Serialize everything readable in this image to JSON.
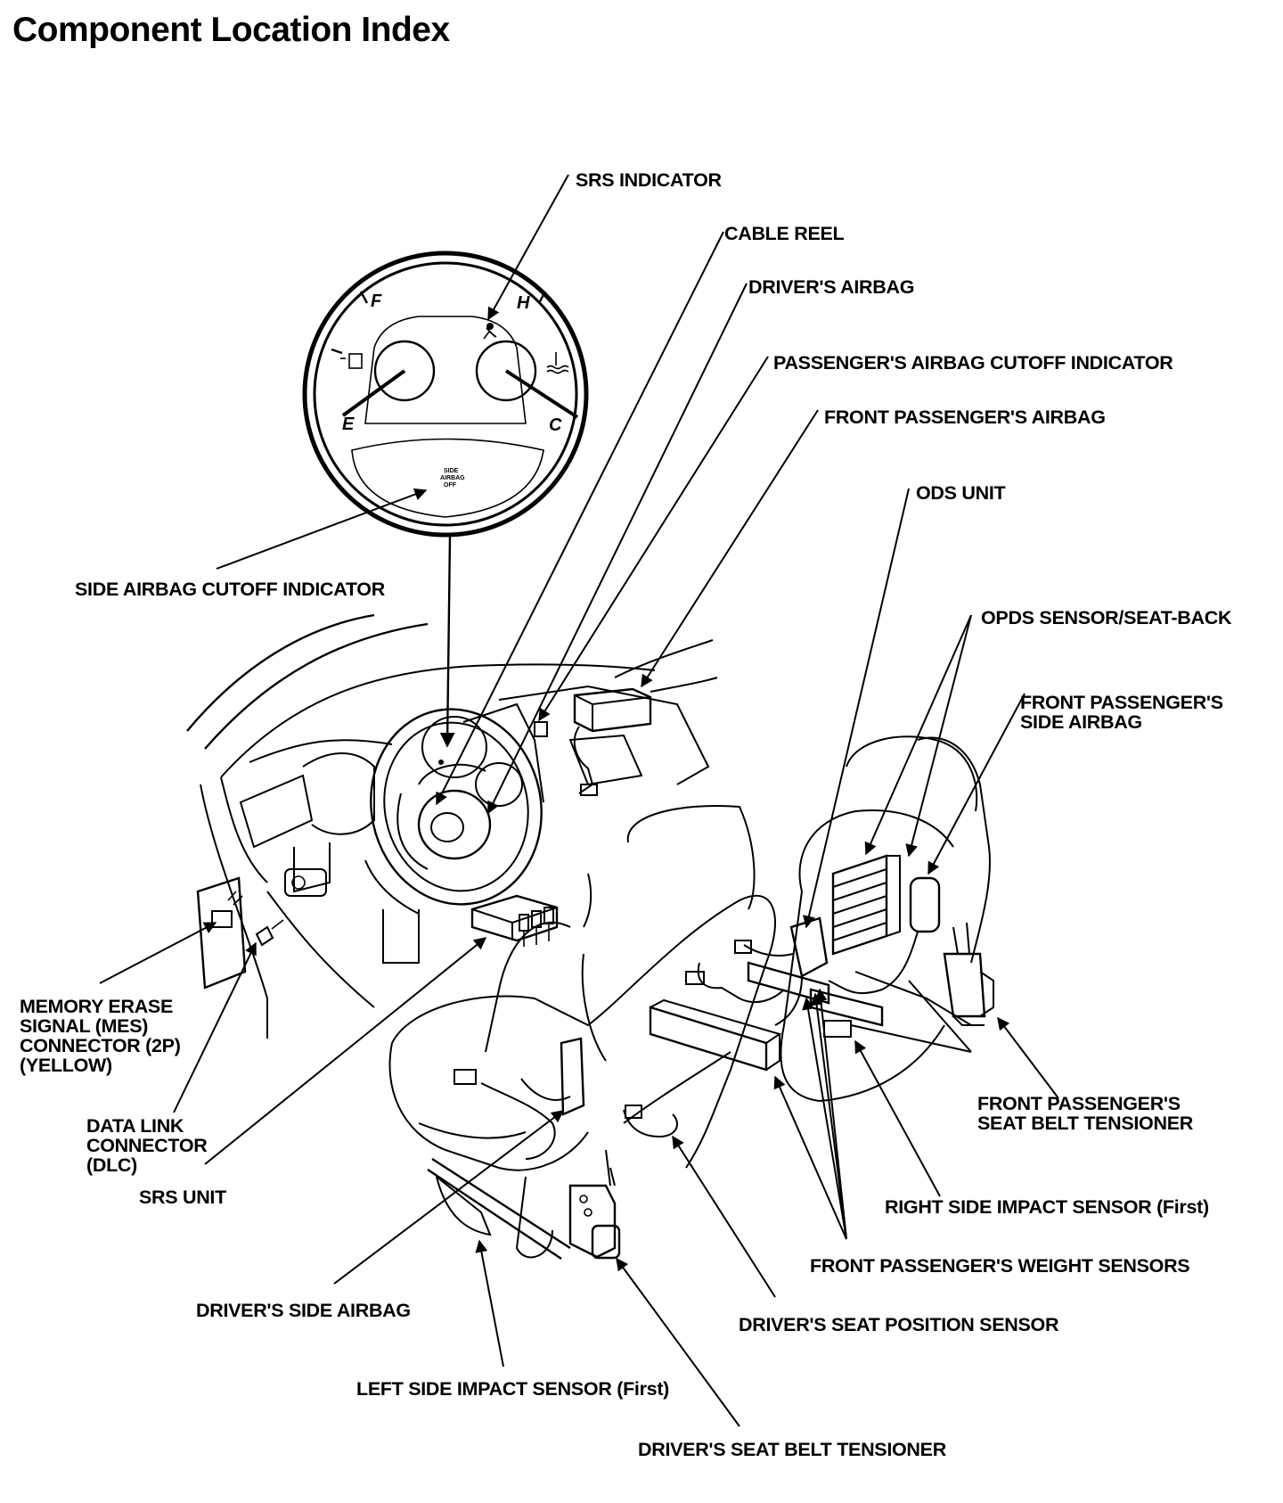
{
  "title": "Component Location Index",
  "gauge": {
    "fuel_full": "F",
    "fuel_empty": "E",
    "temp_hot": "H",
    "temp_cold": "C",
    "side_airbag_off_1": "SIDE",
    "side_airbag_off_2": "AIRBAG",
    "side_airbag_off_3": "OFF"
  },
  "labels": {
    "srs_indicator": "SRS INDICATOR",
    "cable_reel": "CABLE REEL",
    "drivers_airbag": "DRIVER'S AIRBAG",
    "passenger_airbag_cutoff_indicator": "PASSENGER'S AIRBAG CUTOFF INDICATOR",
    "front_passenger_airbag": "FRONT PASSENGER'S AIRBAG",
    "ods_unit": "ODS UNIT",
    "side_airbag_cutoff_indicator": "SIDE AIRBAG CUTOFF INDICATOR",
    "opds_sensor": "OPDS SENSOR/SEAT-BACK",
    "front_passenger_side_airbag_1": "FRONT PASSENGER'S",
    "front_passenger_side_airbag_2": "SIDE AIRBAG",
    "mes_connector_1": "MEMORY ERASE",
    "mes_connector_2": "SIGNAL (MES)",
    "mes_connector_3": "CONNECTOR (2P)",
    "mes_connector_4": "(YELLOW)",
    "dlc_1": "DATA LINK",
    "dlc_2": "CONNECTOR",
    "dlc_3": "(DLC)",
    "srs_unit": "SRS UNIT",
    "front_passenger_belt_tensioner_1": "FRONT PASSENGER'S",
    "front_passenger_belt_tensioner_2": "SEAT BELT TENSIONER",
    "right_side_impact_sensor": "RIGHT SIDE IMPACT SENSOR (First)",
    "front_passenger_weight_sensors": "FRONT PASSENGER'S WEIGHT SENSORS",
    "drivers_side_airbag": "DRIVER'S SIDE AIRBAG",
    "drivers_seat_position_sensor": "DRIVER'S SEAT POSITION SENSOR",
    "left_side_impact_sensor": "LEFT SIDE IMPACT SENSOR (First)",
    "drivers_seat_belt_tensioner": "DRIVER'S SEAT BELT TENSIONER"
  }
}
